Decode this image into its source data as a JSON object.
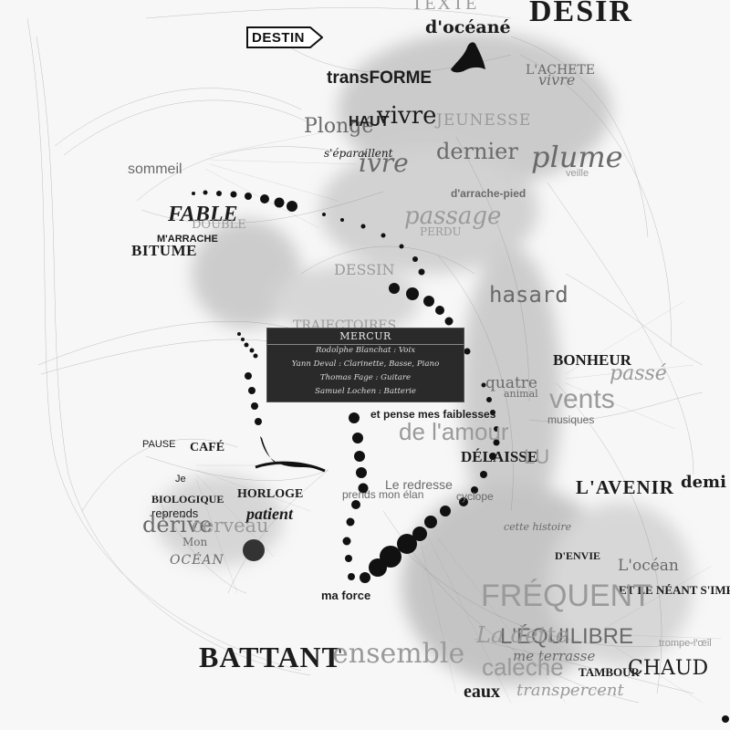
{
  "card": {
    "title": "MERCUR",
    "credits": [
      "Rodolphe Blanchat : Voix",
      "Yann Deval : Clarinette, Basse, Piano",
      "Thomas Fage : Guitare",
      "Samuel Lochen : Batterie"
    ]
  },
  "destin_tag": "DESTIN",
  "words": {
    "texte": "TEXTE",
    "desir": "DESIR",
    "d_ocean": "d'océané",
    "transforme": "transFORME",
    "l_achete": "L'ACHETE",
    "vivre_small": "vivre",
    "plonge": "Plongé",
    "haut": "HAUT",
    "vivre": "vivre",
    "jeunesse": "JEUNESSE",
    "separaillent": "s'éparaillent",
    "ivre": "ivre",
    "dernier": "dernier",
    "plume": "plume",
    "veille": "veille",
    "sommeil": "sommeil",
    "d_arrache_pied": "d'arrache-pied",
    "fable": "FABLE",
    "double": "DOUBLE",
    "passage": "passage",
    "m_arrache": "M'ARRACHE",
    "bitume": "BITUME",
    "perdu": "PERDU",
    "dessin": "DESSIN",
    "hasard": "hasard",
    "trajectoires": "TRAJECTOIRES",
    "bonheur": "BONHEUR",
    "passe": "passé",
    "quatre": "quatre",
    "animal": "animal",
    "vents": "vents",
    "musiques": "musiques",
    "pense": "et pense mes faiblesses",
    "amour": "de l'amour",
    "pause": "PAUSE",
    "cafe": "CAFÉ",
    "delaisse": "DÉLAISSE",
    "lu": "LU",
    "l_avenir": "L'AVENIR",
    "demi": "demi",
    "redresse": "Le redresse",
    "je": "Je",
    "biologique": "BIOLOGIQUE",
    "horloge": "HORLOGE",
    "reprends": "reprends",
    "patient": "patient",
    "prends": "prends mon élan",
    "cyclope": "cyclope",
    "derive": "dérive",
    "cerveau": "cerveau",
    "cette_histoire": "cette histoire",
    "mon": "Mon",
    "ocean_caps": "OCÉAN",
    "d_envie": "D'ENVIE",
    "l_ocean": "L'océan",
    "neant": "ET LE NÉANT S'IMPOSE",
    "ma_force": "ma force",
    "frequent": "FRÉQUENT",
    "equilibre": "L'ÉQUILIBRE",
    "la_dette": "La dette",
    "trompe": "trompe-l'œil",
    "me_terrasse": "me terrasse",
    "tambour": "TAMBOUR",
    "chaud": "CHAUD",
    "battant": "BATTANT",
    "ensemble": "ensemble",
    "caleche": "calèche",
    "eaux": "eaux",
    "transpercent": "transpercent"
  }
}
